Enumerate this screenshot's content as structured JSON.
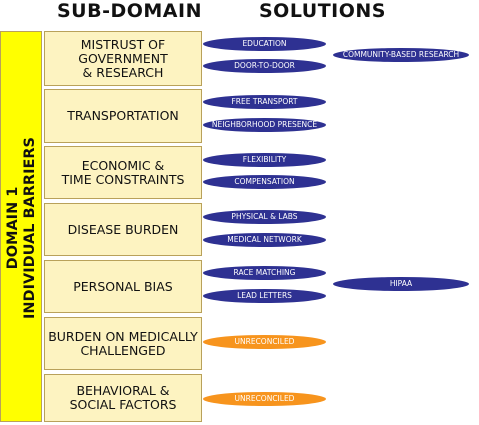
{
  "headers": {
    "subdomain": "SUB-DOMAIN",
    "solutions": "SOLUTIONS"
  },
  "domain": {
    "line1": "DOMAIN 1",
    "line2": "INDIVIDUAL BARRIERS"
  },
  "subdomains": [
    {
      "line1": "MISTRUST OF",
      "line2": "GOVERNMENT",
      "line3": "& RESEARCH"
    },
    {
      "line1": "TRANSPORTATION"
    },
    {
      "line1": "ECONOMIC &",
      "line2": "TIME CONSTRAINTS"
    },
    {
      "line1": "DISEASE BURDEN"
    },
    {
      "line1": "PERSONAL BIAS"
    },
    {
      "line1": "BURDEN ON MEDICALLY",
      "line2": "CHALLENGED"
    },
    {
      "line1": "BEHAVIORAL &",
      "line2": "SOCIAL FACTORS"
    }
  ],
  "solutions": {
    "education": "EDUCATION",
    "door_to_door": "DOOR-TO-DOOR",
    "community_research": "COMMUNITY-BASED RESEARCH",
    "free_transport": "FREE TRANSPORT",
    "neighborhood_presence": "NEIGHBORHOOD PRESENCE",
    "flexibility": "FLEXIBILITY",
    "compensation": "COMPENSATION",
    "physical_labs": "PHYSICAL & LABS",
    "medical_network": "MEDICAL NETWORK",
    "race_matching": "RACE MATCHING",
    "lead_letters": "LEAD LETTERS",
    "hipaa": "HIPAA",
    "unreconciled_medical": "UNRECONCILED",
    "unreconciled_behavioral": "UNRECONCILED"
  },
  "colors": {
    "domain_fill": "#ffff00",
    "subdomain_fill": "#fdf3c1",
    "solution_pill": "#2e3192",
    "unreconciled_pill": "#f7941d"
  }
}
